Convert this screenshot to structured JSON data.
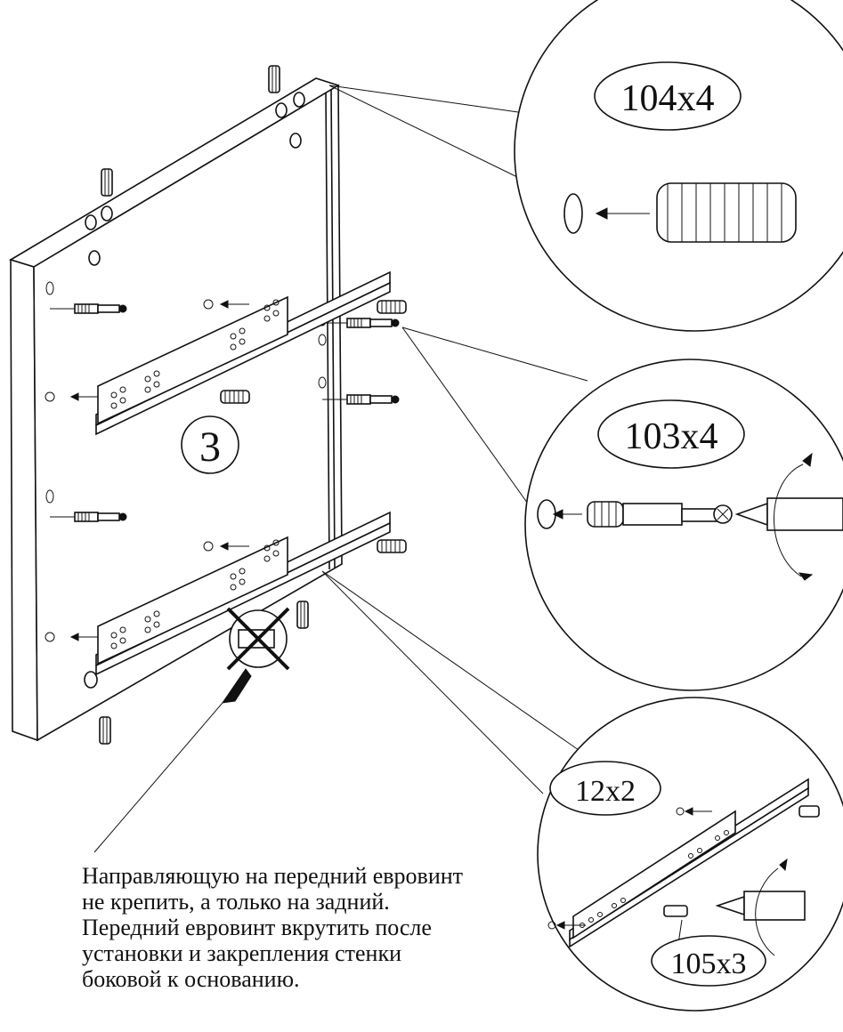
{
  "step_number": "3",
  "callouts": {
    "dowel": "104x4",
    "eurobolt": "103x4",
    "rail": "12x2",
    "screw": "105x3"
  },
  "note_lines": [
    "Направляющую на передний евровинт",
    "не крепить, а только на задний.",
    "Передний евровинт вкрутить после",
    "установки и закрепления стенки",
    "боковой к основанию."
  ]
}
